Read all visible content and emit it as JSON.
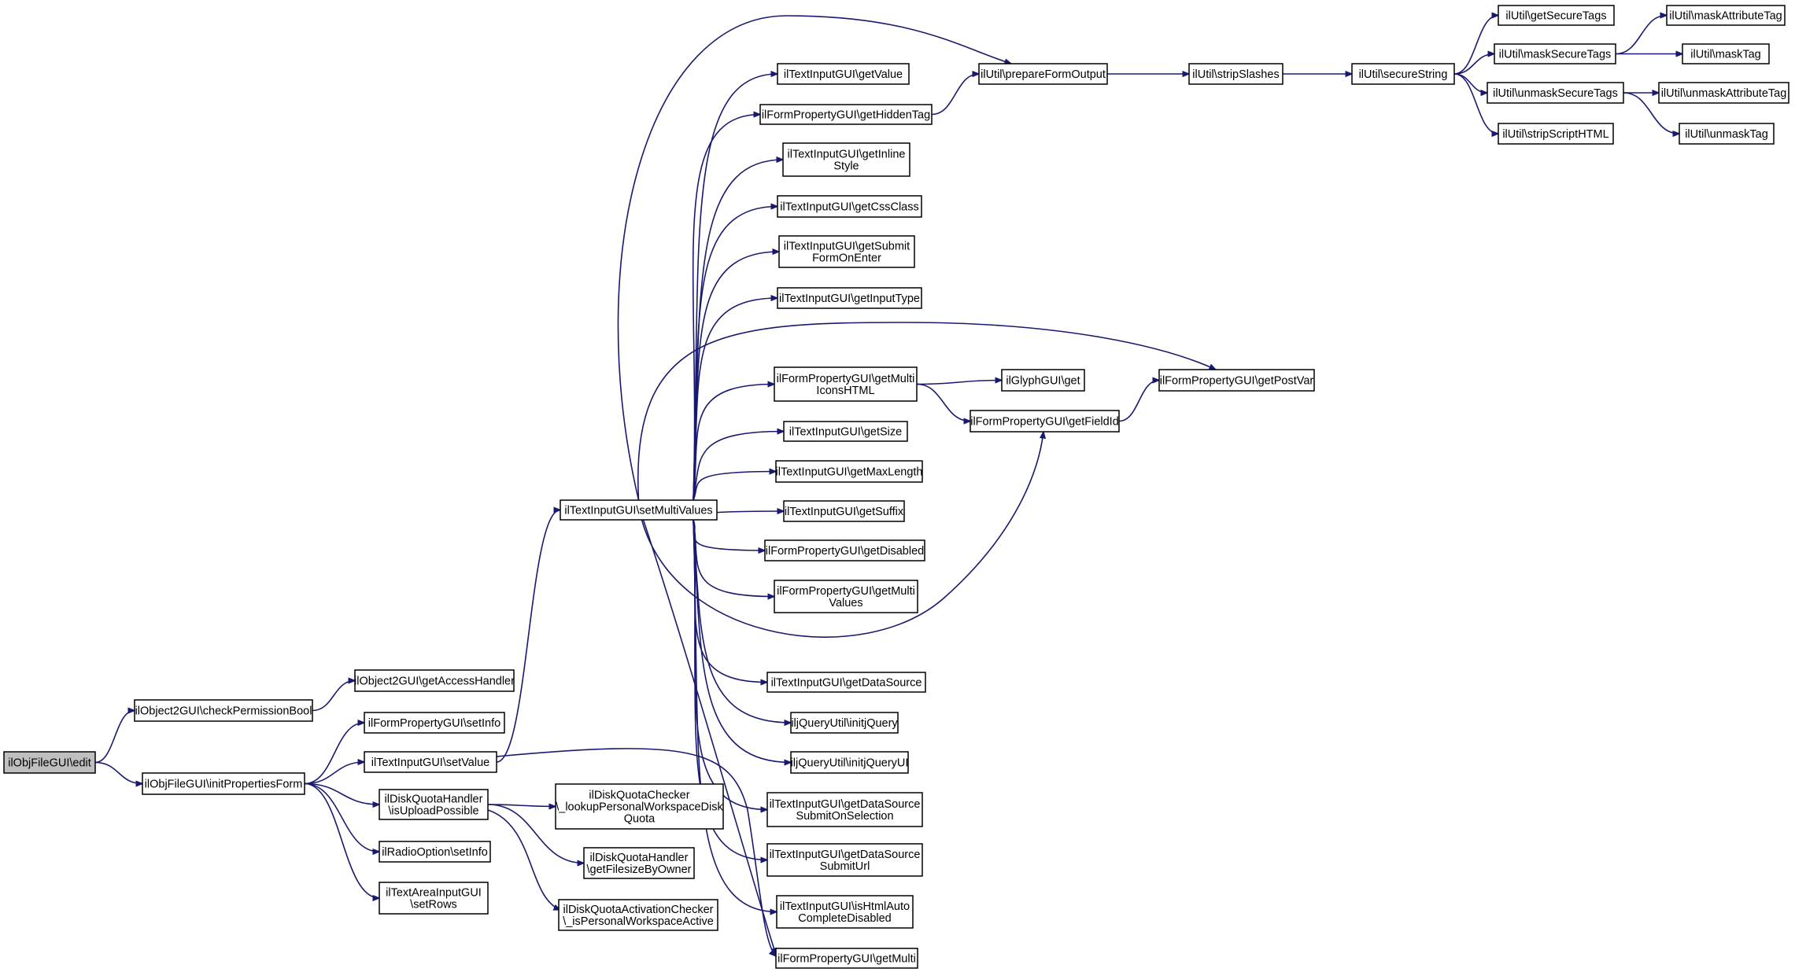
{
  "colors": {
    "edge": "#191970",
    "node_border": "#000000",
    "root_fill": "#bfbfbf",
    "node_fill": "#ffffff"
  },
  "nodes": {
    "edit": [
      "ilObjFileGUI\\edit"
    ],
    "checkPerm": [
      "ilObject2GUI\\checkPermissionBool"
    ],
    "getAccessHandler": [
      "ilObject2GUI\\getAccessHandler"
    ],
    "initPropForm": [
      "ilObjFileGUI\\initPropertiesForm"
    ],
    "fpSetInfo": [
      "ilFormPropertyGUI\\setInfo"
    ],
    "tiSetValue": [
      "ilTextInputGUI\\setValue"
    ],
    "dqUpload": [
      "ilDiskQuotaHandler",
      "\\isUploadPossible"
    ],
    "roSetInfo": [
      "ilRadioOption\\setInfo"
    ],
    "taSetRows": [
      "ilTextAreaInputGUI",
      "\\setRows"
    ],
    "dqcLookup": [
      "ilDiskQuotaChecker",
      "\\_lookupPersonalWorkspaceDisk",
      "Quota"
    ],
    "dqhFilesize": [
      "ilDiskQuotaHandler",
      "\\getFilesizeByOwner"
    ],
    "dqaActive": [
      "ilDiskQuotaActivationChecker",
      "\\_isPersonalWorkspaceActive"
    ],
    "setMulti": [
      "ilTextInputGUI\\setMultiValues"
    ],
    "tiGetValue": [
      "ilTextInputGUI\\getValue"
    ],
    "fpHiddenTag": [
      "ilFormPropertyGUI\\getHiddenTag"
    ],
    "tiInlineStyle": [
      "ilTextInputGUI\\getInline",
      "Style"
    ],
    "tiCssClass": [
      "ilTextInputGUI\\getCssClass"
    ],
    "tiSubmitEnter": [
      "ilTextInputGUI\\getSubmit",
      "FormOnEnter"
    ],
    "tiInputType": [
      "ilTextInputGUI\\getInputType"
    ],
    "fpMultiIcons": [
      "ilFormPropertyGUI\\getMulti",
      "IconsHTML"
    ],
    "tiSize": [
      "ilTextInputGUI\\getSize"
    ],
    "tiMaxLength": [
      "ilTextInputGUI\\getMaxLength"
    ],
    "tiSuffix": [
      "ilTextInputGUI\\getSuffix"
    ],
    "fpDisabled": [
      "ilFormPropertyGUI\\getDisabled"
    ],
    "fpMultiValues": [
      "ilFormPropertyGUI\\getMulti",
      "Values"
    ],
    "tiDataSource": [
      "ilTextInputGUI\\getDataSource"
    ],
    "jqInit": [
      "iljQueryUtil\\initjQuery"
    ],
    "jqInitUI": [
      "iljQueryUtil\\initjQueryUI"
    ],
    "tiDSSubmitSel": [
      "ilTextInputGUI\\getDataSource",
      "SubmitOnSelection"
    ],
    "tiDSSubmitUrl": [
      "ilTextInputGUI\\getDataSource",
      "SubmitUrl"
    ],
    "tiHtmlAuto": [
      "ilTextInputGUI\\isHtmlAuto",
      "CompleteDisabled"
    ],
    "fpGetMulti": [
      "ilFormPropertyGUI\\getMulti"
    ],
    "prepForm": [
      "ilUtil\\prepareFormOutput"
    ],
    "glyphGet": [
      "ilGlyphGUI\\get"
    ],
    "fpFieldId": [
      "ilFormPropertyGUI\\getFieldId"
    ],
    "fpPostVar": [
      "ilFormPropertyGUI\\getPostVar"
    ],
    "stripSlashes": [
      "ilUtil\\stripSlashes"
    ],
    "secureString": [
      "ilUtil\\secureString"
    ],
    "getSecureTags": [
      "ilUtil\\getSecureTags"
    ],
    "maskSecureTags": [
      "ilUtil\\maskSecureTags"
    ],
    "unmaskSecureTags": [
      "ilUtil\\unmaskSecureTags"
    ],
    "stripScript": [
      "ilUtil\\stripScriptHTML"
    ],
    "maskAttrTag": [
      "ilUtil\\maskAttributeTag"
    ],
    "maskTag": [
      "ilUtil\\maskTag"
    ],
    "unmaskAttrTag": [
      "ilUtil\\unmaskAttributeTag"
    ],
    "unmaskTag": [
      "ilUtil\\unmaskTag"
    ]
  },
  "edges": [
    [
      "edit",
      "checkPerm"
    ],
    [
      "edit",
      "initPropForm"
    ],
    [
      "checkPerm",
      "getAccessHandler"
    ],
    [
      "initPropForm",
      "fpSetInfo"
    ],
    [
      "initPropForm",
      "tiSetValue"
    ],
    [
      "initPropForm",
      "dqUpload"
    ],
    [
      "initPropForm",
      "roSetInfo"
    ],
    [
      "initPropForm",
      "taSetRows"
    ],
    [
      "tiSetValue",
      "setMulti"
    ],
    [
      "tiSetValue",
      "fpGetMulti"
    ],
    [
      "dqUpload",
      "dqcLookup"
    ],
    [
      "dqUpload",
      "dqhFilesize"
    ],
    [
      "dqUpload",
      "dqaActive"
    ],
    [
      "setMulti",
      "prepForm"
    ],
    [
      "setMulti",
      "tiGetValue"
    ],
    [
      "setMulti",
      "fpHiddenTag"
    ],
    [
      "setMulti",
      "tiInlineStyle"
    ],
    [
      "setMulti",
      "tiCssClass"
    ],
    [
      "setMulti",
      "tiSubmitEnter"
    ],
    [
      "setMulti",
      "tiInputType"
    ],
    [
      "setMulti",
      "fpPostVar"
    ],
    [
      "setMulti",
      "fpMultiIcons"
    ],
    [
      "setMulti",
      "tiSize"
    ],
    [
      "setMulti",
      "tiMaxLength"
    ],
    [
      "setMulti",
      "tiSuffix"
    ],
    [
      "setMulti",
      "fpDisabled"
    ],
    [
      "setMulti",
      "fpMultiValues"
    ],
    [
      "setMulti",
      "fpFieldId"
    ],
    [
      "setMulti",
      "tiDataSource"
    ],
    [
      "setMulti",
      "jqInit"
    ],
    [
      "setMulti",
      "jqInitUI"
    ],
    [
      "setMulti",
      "tiDSSubmitSel"
    ],
    [
      "setMulti",
      "tiDSSubmitUrl"
    ],
    [
      "setMulti",
      "tiHtmlAuto"
    ],
    [
      "setMulti",
      "fpGetMulti"
    ],
    [
      "fpHiddenTag",
      "prepForm"
    ],
    [
      "fpMultiIcons",
      "glyphGet"
    ],
    [
      "fpMultiIcons",
      "fpFieldId"
    ],
    [
      "fpFieldId",
      "fpPostVar"
    ],
    [
      "prepForm",
      "stripSlashes"
    ],
    [
      "stripSlashes",
      "secureString"
    ],
    [
      "secureString",
      "getSecureTags"
    ],
    [
      "secureString",
      "maskSecureTags"
    ],
    [
      "secureString",
      "unmaskSecureTags"
    ],
    [
      "secureString",
      "stripScript"
    ],
    [
      "maskSecureTags",
      "maskAttrTag"
    ],
    [
      "maskSecureTags",
      "maskTag"
    ],
    [
      "unmaskSecureTags",
      "unmaskAttrTag"
    ],
    [
      "unmaskSecureTags",
      "unmaskTag"
    ]
  ]
}
